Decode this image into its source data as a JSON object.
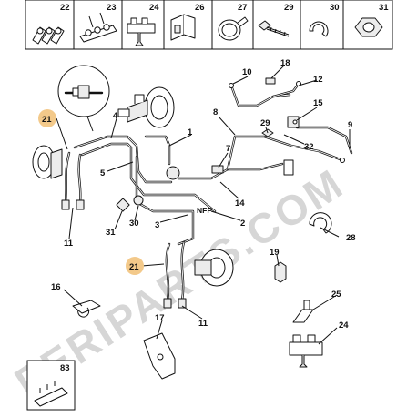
{
  "top_row_labels": [
    "22",
    "23",
    "24",
    "26",
    "27",
    "29",
    "30",
    "31"
  ],
  "callouts": {
    "c1": "1",
    "c2": "2",
    "c3": "3",
    "c4": "4",
    "c5": "5",
    "c7": "7",
    "c8": "8",
    "c9": "9",
    "c10": "10",
    "c11a": "11",
    "c11b": "11",
    "c12": "12",
    "c14": "14",
    "c15": "15",
    "c16": "16",
    "c17": "17",
    "c18": "18",
    "c19": "19",
    "c21a": "21",
    "c21b": "21",
    "c24": "24",
    "c25": "25",
    "c28": "28",
    "c29": "29",
    "c30": "30",
    "c31": "31",
    "c32": "32",
    "c83": "83"
  },
  "nfp_label": "NFP",
  "watermark": "PERIPARTS.COM",
  "colors": {
    "highlight": "#f3c98a",
    "line": "#111111",
    "watermark": "#d6d6d6"
  }
}
